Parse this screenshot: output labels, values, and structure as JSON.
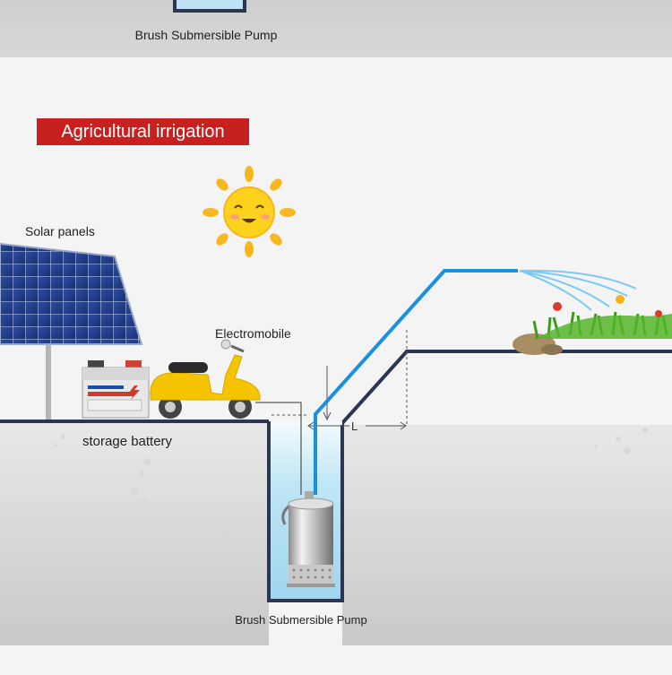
{
  "top_section": {
    "caption": "Brush Submersible Pump"
  },
  "title": "Agricultural irrigation",
  "labels": {
    "solar_panels": "Solar panels",
    "electromobile": "Electromobile",
    "storage_battery": "storage battery",
    "pump": "Brush Submersible Pump",
    "distance": "L"
  },
  "colors": {
    "title_bg": "#c8201f",
    "pipe": "#1b8fe0",
    "ground_outline": "#2c3552",
    "water": "#bfe6f5",
    "sun": "#f8b621",
    "scooter": "#f5c400"
  },
  "icons": [
    "sun-icon",
    "solar-panel-icon",
    "battery-icon",
    "scooter-icon",
    "pump-icon",
    "grass-icon"
  ]
}
